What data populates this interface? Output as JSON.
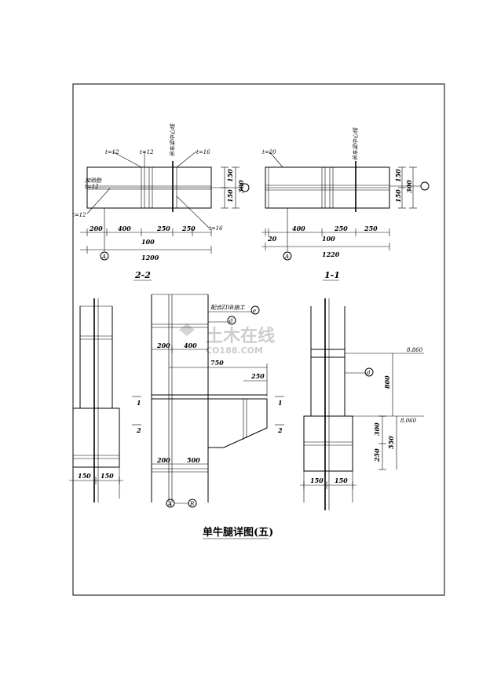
{
  "watermark": {
    "cn": "土木在线",
    "en": "CO188.COM"
  },
  "view_22": {
    "section_label": "2-2",
    "label_stiffener": "加劲肋",
    "label_t12_a": "t=12",
    "label_t12_b": "t=12",
    "label_t12_c": "t=12",
    "label_t12_d": "t=12",
    "label_t16_a": "t=16",
    "label_t16_b": "t=16",
    "label_center": "吊车梁中心线",
    "dim_150_top": "150",
    "dim_150_bot": "150",
    "dim_300": "300",
    "dims_bottom": [
      "200",
      "400",
      "250",
      "250"
    ],
    "dim_100": "100",
    "dim_total": "1200",
    "axis": "A"
  },
  "view_11": {
    "section_label": "1-1",
    "label_t20": "t=20",
    "label_center": "吊车梁中心线",
    "dim_150_top": "150",
    "dim_150_bot": "150",
    "dim_300": "300",
    "dims_bottom": [
      "20",
      "400",
      "250",
      "250"
    ],
    "dim_100": "100",
    "dim_total": "1220",
    "axis": "A"
  },
  "elev_left": {
    "dims": [
      "150",
      "150"
    ]
  },
  "elev_mid": {
    "label_cooperate": "配合ZDB施工",
    "bubble_e": "e",
    "bubble_d": "d",
    "dims_top": [
      "200",
      "400"
    ],
    "dim_750": "750",
    "dim_250": "250",
    "dims_bottom": [
      "200",
      "500"
    ],
    "sec_1": "1",
    "sec_2": "2",
    "axis_a": "A",
    "axis_b": "B"
  },
  "elev_right": {
    "elev_top": "8.860",
    "elev_bottom": "8.060",
    "bubble_d": "d",
    "dim_800": "800",
    "dim_300": "300",
    "dim_250": "250",
    "dim_550": "550",
    "dims": [
      "150",
      "150"
    ]
  },
  "drawing_title": "单牛腿详图(五)"
}
